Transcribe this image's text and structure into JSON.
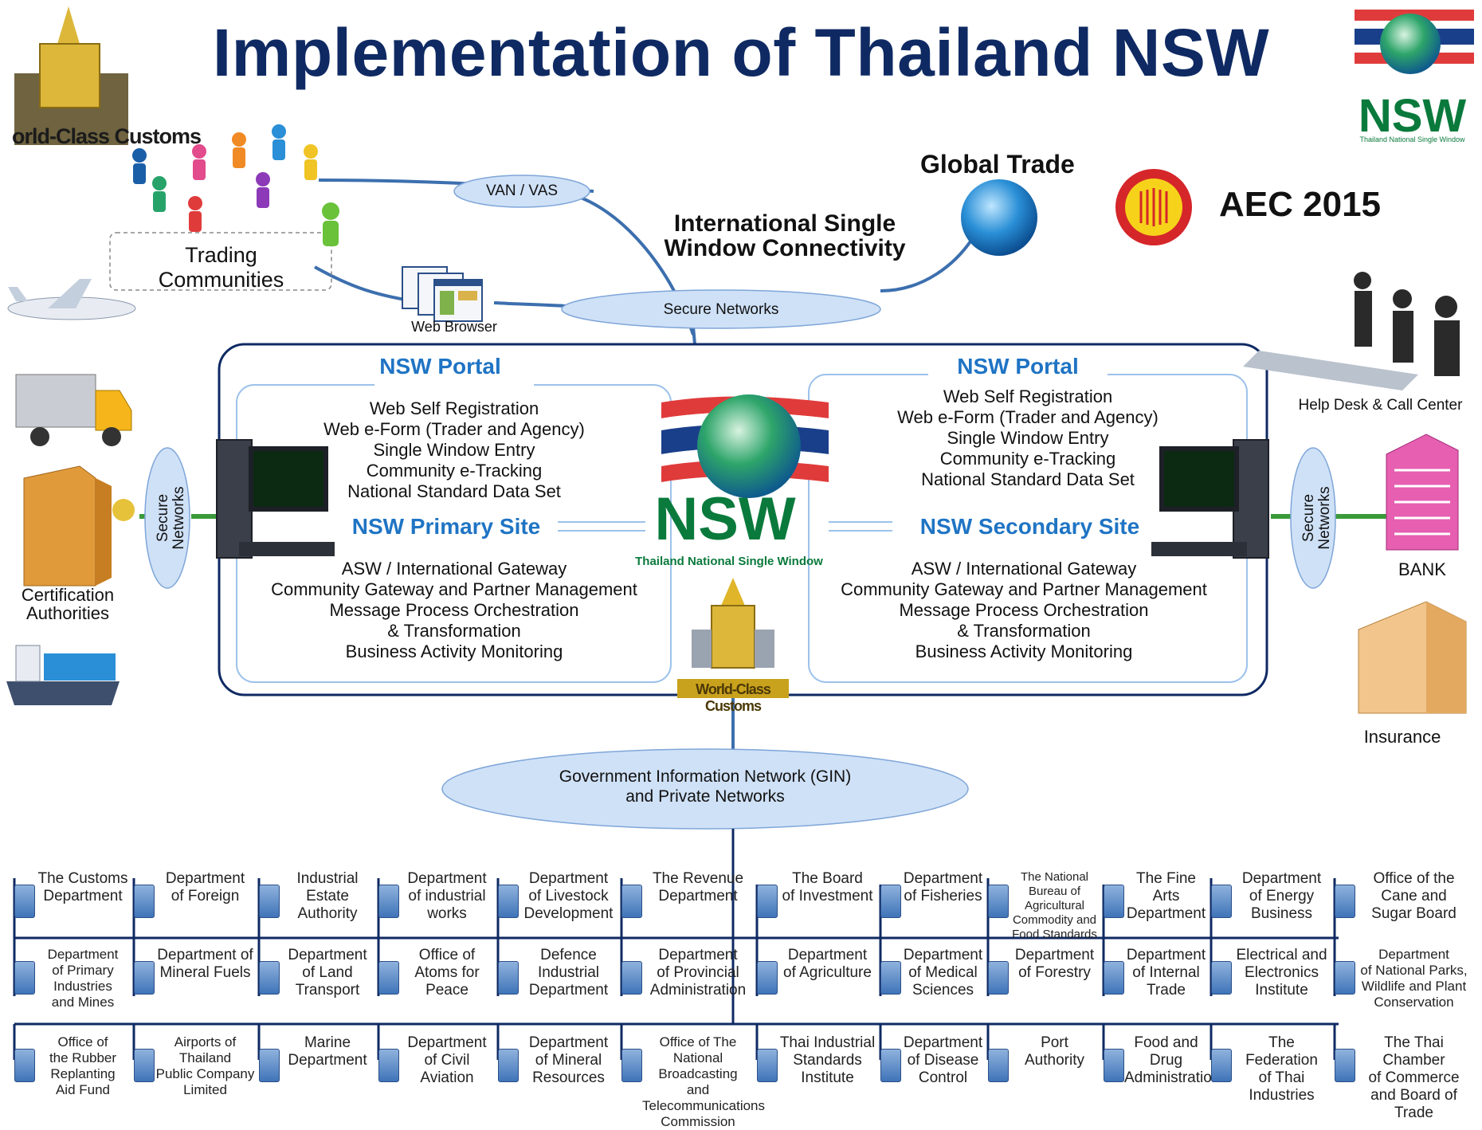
{
  "title": "Implementation of Thailand NSW",
  "top": {
    "global_trade": "Global Trade",
    "aec": "AEC 2015",
    "isw_line1": "International Single",
    "isw_line2": "Window Connectivity",
    "van": "VAN / VAS",
    "secure_networks": "Secure Networks",
    "web_browser": "Web Browser",
    "trading_l1": "Trading",
    "trading_l2": "Communities",
    "customs_logo_text": "orld-Class Customs",
    "nsw_logo_text": "NSW",
    "nsw_logo_sub": "Thailand National Single Window"
  },
  "left_side": {
    "cert_l1": "Certification",
    "cert_l2": "Authorities",
    "secure_l1": "Secure",
    "secure_l2": "Networks"
  },
  "right_side": {
    "helpdesk": "Help Desk  & Call Center",
    "bank": "BANK",
    "insurance": "Insurance",
    "secure_l1": "Secure",
    "secure_l2": "Networks"
  },
  "primary": {
    "portal": "NSW  Portal",
    "portal_items": [
      "Web Self Registration",
      "Web e-Form (Trader and Agency)",
      "Single Window Entry",
      "Community e-Tracking",
      "National  Standard  Data  Set"
    ],
    "site": "NSW Primary Site",
    "site_items": [
      "ASW / International Gateway",
      "Community Gateway and Partner Management",
      "Message Process Orchestration",
      "& Transformation",
      "Business Activity Monitoring"
    ]
  },
  "secondary": {
    "portal": "NSW  Portal",
    "portal_items": [
      "Web Self Registration",
      "Web e-Form (Trader and Agency)",
      "Single Window Entry",
      "Community e-Tracking",
      "National  Standard  Data  Set"
    ],
    "site": "NSW Secondary Site",
    "site_items": [
      "ASW / International Gateway",
      "Community Gateway and Partner Management",
      "Message Process Orchestration",
      "& Transformation",
      "Business Activity Monitoring"
    ]
  },
  "center_logo": {
    "nsw": "NSW",
    "sub": "Thailand National Single Window",
    "customs": "World-Class Customs"
  },
  "gin": {
    "line1": "Government Information Network (GIN)",
    "line2": "and Private Networks"
  },
  "agencies_row1": [
    "The Customs\nDepartment",
    "Department\nof Foreign",
    "Industrial\nEstate\nAuthority",
    "Department\nof industrial\nworks",
    "Department\nof Livestock\nDevelopment",
    "The Revenue\nDepartment",
    "The Board\nof Investment",
    "Department\nof Fisheries",
    "The National\nBureau of\nAgricultural\nCommodity and\nFood Standards",
    "The Fine\nArts\nDepartment",
    "Department\nof Energy\nBusiness",
    "Office of the\nCane and\nSugar Board"
  ],
  "agencies_row2": [
    "Department\nof Primary\nIndustries\nand Mines",
    "Department of\nMineral Fuels",
    "Department\nof Land\nTransport",
    "Office of\nAtoms for\nPeace",
    "Defence\nIndustrial\nDepartment",
    "Department\nof Provincial\nAdministration",
    "Department\nof Agriculture",
    "Department\nof Medical\nSciences",
    "Department\nof Forestry",
    "Department\nof Internal\nTrade",
    "Electrical and\nElectronics\nInstitute",
    "Department\nof National Parks,\nWildlife and Plant\nConservation"
  ],
  "agencies_row3": [
    "Office of\nthe Rubber\nReplanting\nAid Fund",
    "Airports of\nThailand\nPublic Company\nLimited",
    "Marine\nDepartment",
    "Department\nof Civil\nAviation",
    "Department\nof Mineral\nResources",
    "Office of The\nNational Broadcasting\nand Telecommunications\nCommission",
    "Thai Industrial\nStandards\nInstitute",
    "Department\nof Disease\nControl",
    "Port\nAuthority",
    "Food and Drug\nAdministration",
    "The Federation\nof Thai\nIndustries",
    "The Thai Chamber\nof Commerce\nand Board of Trade"
  ],
  "colors": {
    "title": "#0f2a63",
    "heading_blue": "#1f74c4",
    "line_blue": "#3c6fae",
    "cloud_fill": "#cfe1f7",
    "nsw_green": "#0a7a3c"
  }
}
